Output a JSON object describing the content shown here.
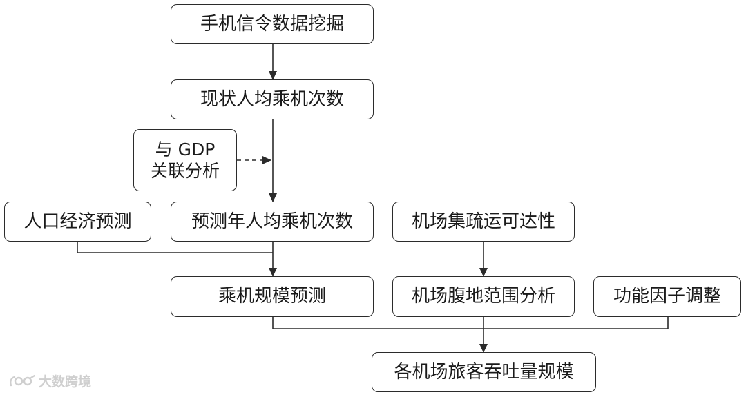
{
  "nodes": {
    "signaling": "手机信令数据挖掘",
    "current_per_capita": "现状人均乘机次数",
    "gdp_line1": "与 GDP",
    "gdp_line2": "关联分析",
    "population": "人口经济预测",
    "forecast_per_capita": "预测年人均乘机次数",
    "accessibility": "机场集疏运可达性",
    "scale_forecast": "乘机规模预测",
    "hinterland": "机场腹地范围分析",
    "function_factor": "功能因子调整",
    "throughput": "各机场旅客吞吐量规模"
  },
  "watermark": {
    "text": "大数跨境"
  },
  "colors": {
    "border": "#2b2b2b",
    "line": "#2b2b2b",
    "text": "#1a1a1a",
    "watermark": "#cfcfcf"
  }
}
